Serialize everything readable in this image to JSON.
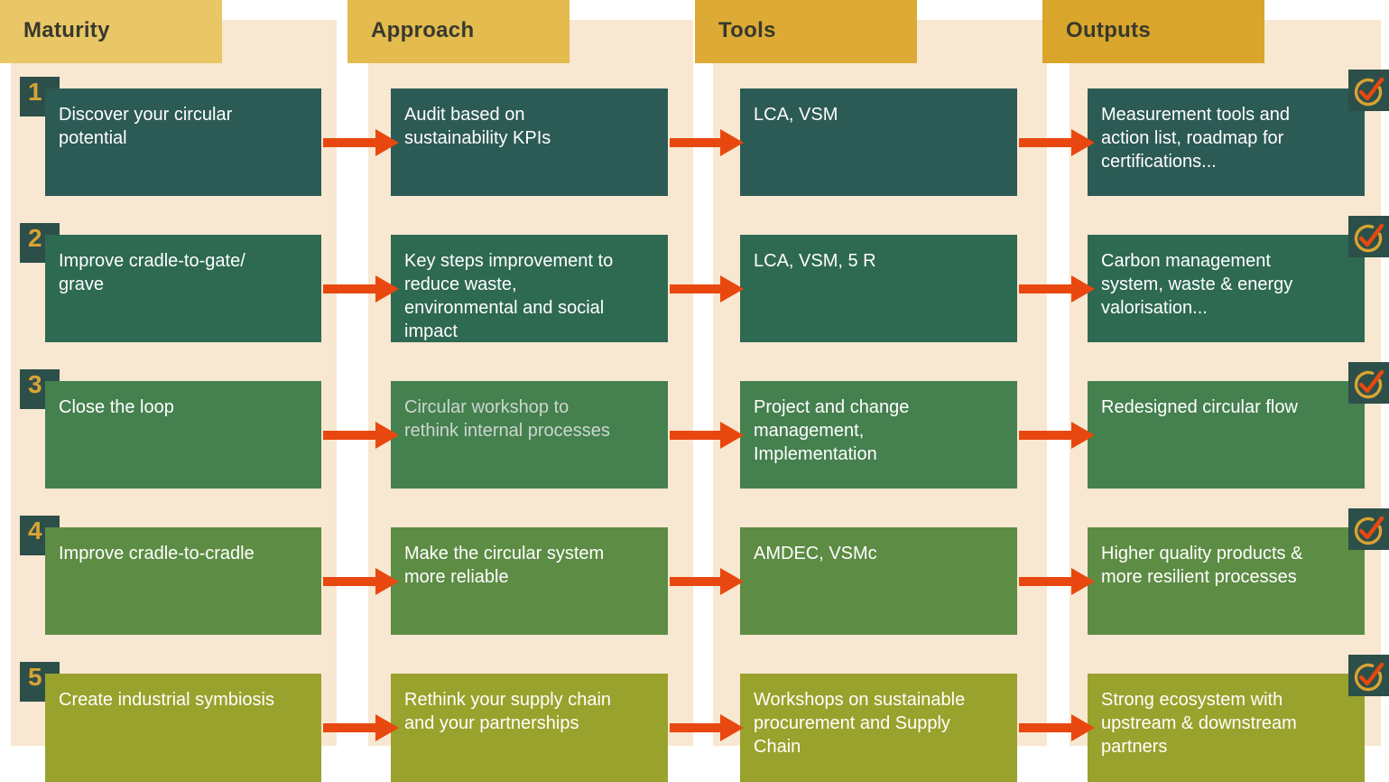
{
  "headers": [
    {
      "label": "Maturity",
      "color": "#e9c766"
    },
    {
      "label": "Approach",
      "color": "#e3bb4e"
    },
    {
      "label": "Tools",
      "color": "#ddab35"
    },
    {
      "label": "Outputs",
      "color": "#d9a62b"
    }
  ],
  "rows": [
    {
      "number": "1",
      "maturity": "Discover your circular\npotential",
      "approach": "Audit based on\nsustainability KPIs",
      "tools": "LCA, VSM",
      "outputs": "Measurement tools and\naction list, roadmap for\ncertifications...",
      "box_color": "#2c5a54"
    },
    {
      "number": "2",
      "maturity": "Improve cradle-to-gate/\ngrave",
      "approach": "Key steps improvement to\nreduce waste,\nenvironmental and social\nimpact",
      "tools": "LCA, VSM, 5 R",
      "outputs": "Carbon management\nsystem, waste & energy\nvalorisation...",
      "box_color": "#2e6952"
    },
    {
      "number": "3",
      "maturity": "Close the loop",
      "approach": "Circular workshop to\nrethink internal processes",
      "tools": "Project and change\nmanagement,\nImplementation",
      "outputs": "Redesigned circular flow",
      "box_color": "#45804f"
    },
    {
      "number": "4",
      "maturity": "Improve cradle-to-cradle",
      "approach": "Make the circular system\nmore reliable",
      "tools": "AMDEC, VSMc",
      "outputs": "Higher quality products &\nmore resilient processes",
      "box_color": "#5d8c44"
    },
    {
      "number": "5",
      "maturity": "Create industrial symbiosis",
      "approach": "Rethink your supply chain\nand your partnerships",
      "tools": "Workshops on sustainable\nprocurement and Supply\nChain",
      "outputs": "Strong ecosystem with\nupstream & downstream\npartners",
      "box_color": "#99a22c"
    }
  ],
  "colors": {
    "background": "#ffffff",
    "column_strip": "#f8e7d1",
    "header_text": "#38392e",
    "box_text": "#ffffff",
    "arrow": "#e8480f",
    "badge_background": "#2d4f4a",
    "badge_number": "#d9a333",
    "check_square": "#2d4f4a",
    "check_ring": "#d9a333",
    "check_mark": "#e8480f"
  },
  "icons": {
    "check": "circled-checkmark-icon"
  }
}
